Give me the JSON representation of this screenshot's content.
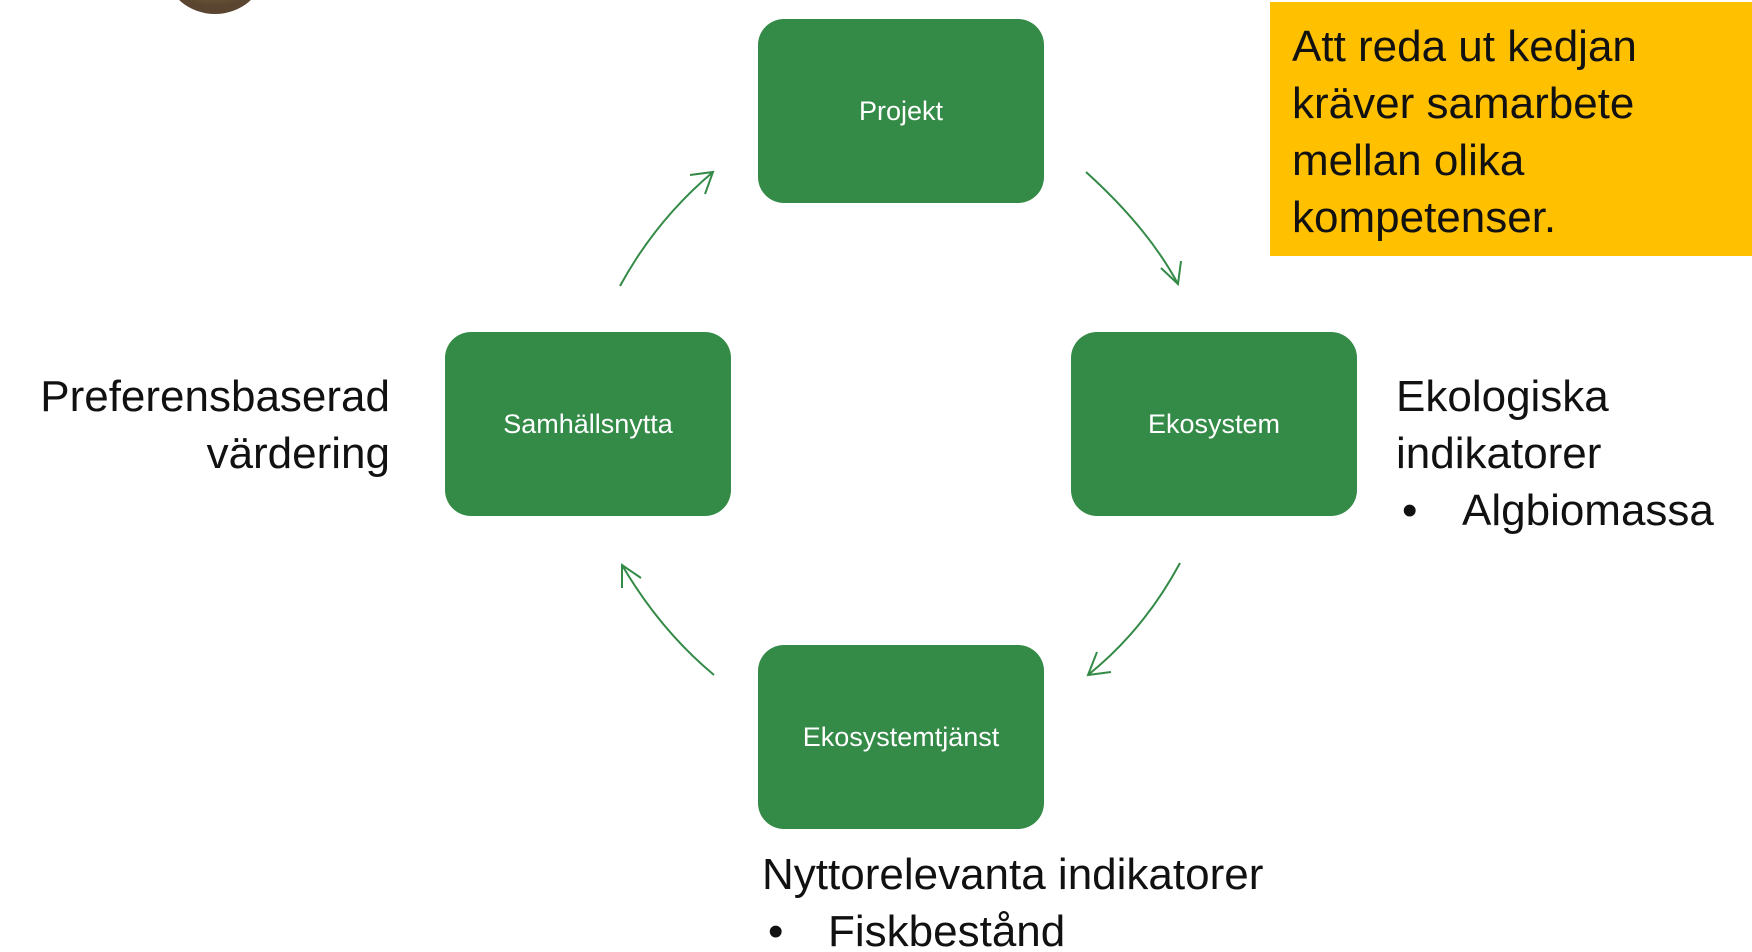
{
  "nodes": {
    "projekt": "Projekt",
    "ekosystem": "Ekosystem",
    "ekosystemtjanst": "Ekosystemtjänst",
    "samhallsnytta": "Samhällsnytta"
  },
  "note": {
    "lines": [
      "Att reda ut kedjan",
      "kräver samarbete",
      "mellan olika",
      "kompetenser."
    ]
  },
  "left_label": {
    "lines": [
      "Preferensbaserad",
      "värdering"
    ]
  },
  "right_label": {
    "lines": [
      "Ekologiska",
      "indikatorer"
    ],
    "bullet": "•",
    "bullet_item": "Algbiomassa"
  },
  "bottom_label": {
    "line": "Nyttorelevanta indikatorer",
    "bullet": "•",
    "bullet_item": "Fiskbestånd"
  },
  "colors": {
    "node_fill": "#348a47",
    "note_fill": "#ffc000",
    "arrow": "#348a47"
  }
}
